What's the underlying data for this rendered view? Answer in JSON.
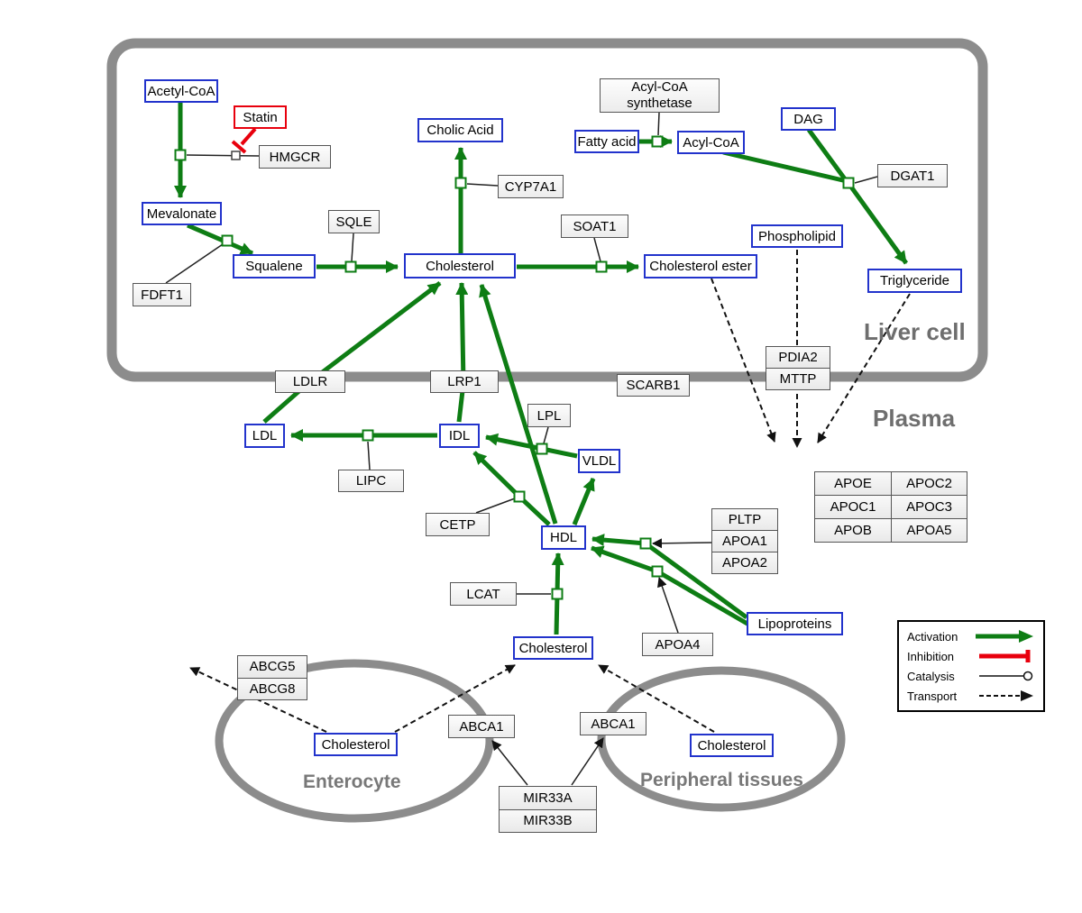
{
  "regions": {
    "liver_cell": "Liver cell",
    "plasma": "Plasma",
    "enterocyte": "Enterocyte",
    "peripheral_tissues": "Peripheral tissues"
  },
  "nodes": {
    "acetyl_coa": "Acetyl-CoA",
    "statin": "Statin",
    "hmgcr": "HMGCR",
    "mevalonate": "Mevalonate",
    "fdft1": "FDFT1",
    "squalene": "Squalene",
    "sqle": "SQLE",
    "cholesterol_liver": "Cholesterol",
    "cholic_acid": "Cholic Acid",
    "cyp7a1": "CYP7A1",
    "soat1": "SOAT1",
    "acyl_coa_synthetase": "Acyl-CoA synthetase",
    "fatty_acid": "Fatty acid",
    "acyl_coa": "Acyl-CoA",
    "dag": "DAG",
    "dgat1": "DGAT1",
    "phospholipid": "Phospholipid",
    "cholesterol_ester": "Cholesterol ester",
    "triglyceride": "Triglyceride",
    "ldlr": "LDLR",
    "lrp1": "LRP1",
    "scarb1": "SCARB1",
    "ldl": "LDL",
    "idl": "IDL",
    "lpl": "LPL",
    "vldl": "VLDL",
    "lipc": "LIPC",
    "cetp": "CETP",
    "hdl": "HDL",
    "lcat": "LCAT",
    "apoa4": "APOA4",
    "lipoproteins": "Lipoproteins",
    "cholesterol_plasma": "Cholesterol",
    "cholesterol_enterocyte": "Cholesterol",
    "cholesterol_peripheral": "Cholesterol",
    "abca1_enterocyte": "ABCA1",
    "abca1_peripheral": "ABCA1"
  },
  "stacks": {
    "pdia2_mttp": [
      "PDIA2",
      "MTTP"
    ],
    "abcg": [
      "ABCG5",
      "ABCG8"
    ],
    "pltp_apoa": [
      "PLTP",
      "APOA1",
      "APOA2"
    ],
    "mir33": [
      "MIR33A",
      "MIR33B"
    ],
    "apo_table": [
      "APOE",
      "APOC2",
      "APOC1",
      "APOC3",
      "APOB",
      "APOA5"
    ]
  },
  "legend": {
    "activation": "Activation",
    "inhibition": "Inhibition",
    "catalysis": "Catalysis",
    "transport": "Transport"
  },
  "colors": {
    "activation_green": "#0e7d14",
    "inhibition_red": "#e8000d",
    "metabolite_border_blue": "#2233cc",
    "membrane_gray": "#8c8c8c"
  }
}
